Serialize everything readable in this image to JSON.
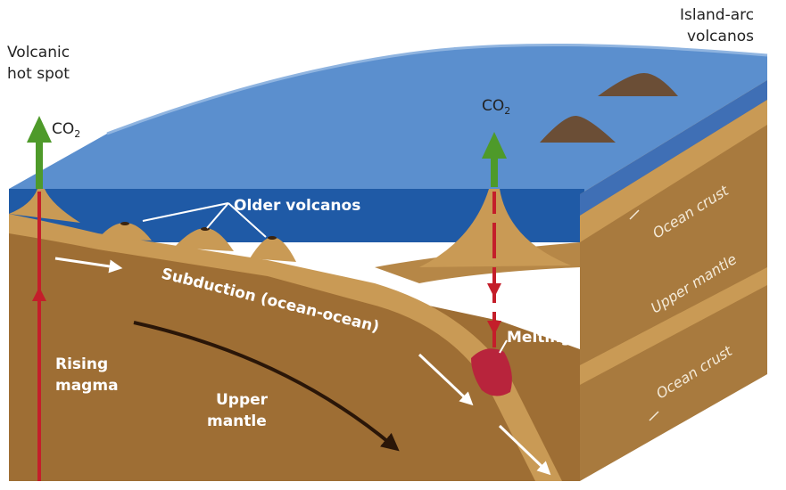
{
  "labels": {
    "hotspot_line1": "Volcanic",
    "hotspot_line2": "hot spot",
    "arc_line1": "Island-arc",
    "arc_line2": "volcanos",
    "co2_main": "CO",
    "co2_sub": "2",
    "older_volcanos": "Older volcanos",
    "subduction": "Subduction (ocean-ocean)",
    "melting": "Melting",
    "rising_line1": "Rising",
    "rising_line2": "magma",
    "upper_mantle_line1": "Upper",
    "upper_mantle_line2": "mantle",
    "side_ocean_crust_top": "Ocean crust",
    "side_upper_mantle": "Upper mantle",
    "side_ocean_crust_bottom": "Ocean crust"
  },
  "colors": {
    "sky_water": "#4a7cc0",
    "ocean": "#1f5aa6",
    "crust": "#c99a55",
    "mantle": "#9e6e34",
    "side_face": "#a87a3e",
    "magma_arrow": "#c41e2a",
    "co2_arrow": "#4e9a2a",
    "melting": "#b8243c"
  }
}
